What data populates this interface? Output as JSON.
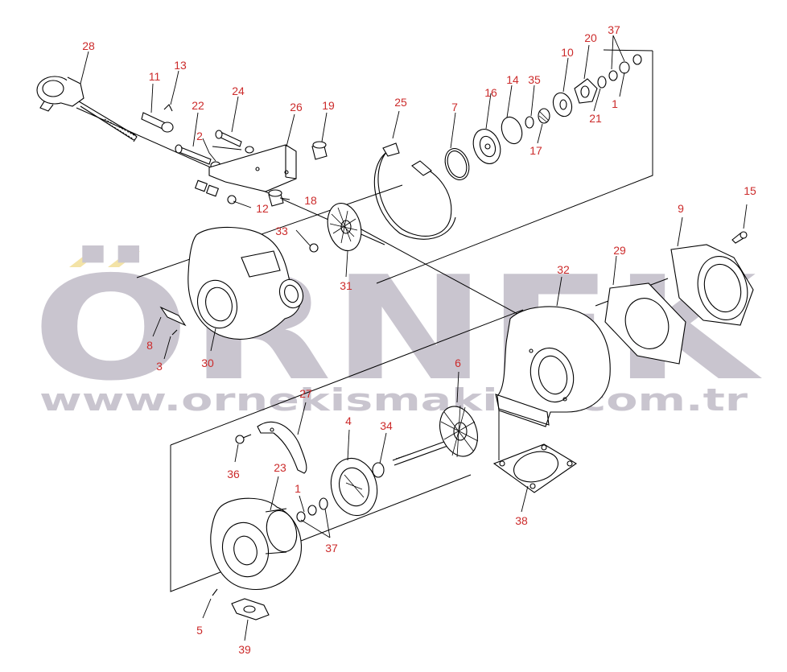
{
  "watermark": {
    "brand": "ÖRNEK",
    "url": "www.ornekismakina.com.tr",
    "color": "#c9c5cf",
    "accent": "#f3e3a6"
  },
  "callout_color": "#cc2b2b",
  "callouts": [
    {
      "id": "c28",
      "text": "28"
    },
    {
      "id": "c13",
      "text": "13"
    },
    {
      "id": "c11",
      "text": "11"
    },
    {
      "id": "c24",
      "text": "24"
    },
    {
      "id": "c22",
      "text": "22"
    },
    {
      "id": "c2",
      "text": "2"
    },
    {
      "id": "c26",
      "text": "26"
    },
    {
      "id": "c19",
      "text": "19"
    },
    {
      "id": "c25",
      "text": "25"
    },
    {
      "id": "c7",
      "text": "7"
    },
    {
      "id": "c16",
      "text": "16"
    },
    {
      "id": "c14",
      "text": "14"
    },
    {
      "id": "c35",
      "text": "35"
    },
    {
      "id": "c10",
      "text": "10"
    },
    {
      "id": "c20",
      "text": "20"
    },
    {
      "id": "c37a",
      "text": "37"
    },
    {
      "id": "c1a",
      "text": "1"
    },
    {
      "id": "c21",
      "text": "21"
    },
    {
      "id": "c17",
      "text": "17"
    },
    {
      "id": "c18",
      "text": "18"
    },
    {
      "id": "c12",
      "text": "12"
    },
    {
      "id": "c33",
      "text": "33"
    },
    {
      "id": "c31",
      "text": "31"
    },
    {
      "id": "c15",
      "text": "15"
    },
    {
      "id": "c9",
      "text": "9"
    },
    {
      "id": "c29",
      "text": "29"
    },
    {
      "id": "c32",
      "text": "32"
    },
    {
      "id": "c8",
      "text": "8"
    },
    {
      "id": "c3",
      "text": "3"
    },
    {
      "id": "c30",
      "text": "30"
    },
    {
      "id": "c6",
      "text": "6"
    },
    {
      "id": "c27",
      "text": "27"
    },
    {
      "id": "c4",
      "text": "4"
    },
    {
      "id": "c34",
      "text": "34"
    },
    {
      "id": "c36",
      "text": "36"
    },
    {
      "id": "c23",
      "text": "23"
    },
    {
      "id": "c1b",
      "text": "1"
    },
    {
      "id": "c37b",
      "text": "37"
    },
    {
      "id": "c38",
      "text": "38"
    },
    {
      "id": "c5",
      "text": "5"
    },
    {
      "id": "c39",
      "text": "39"
    }
  ]
}
